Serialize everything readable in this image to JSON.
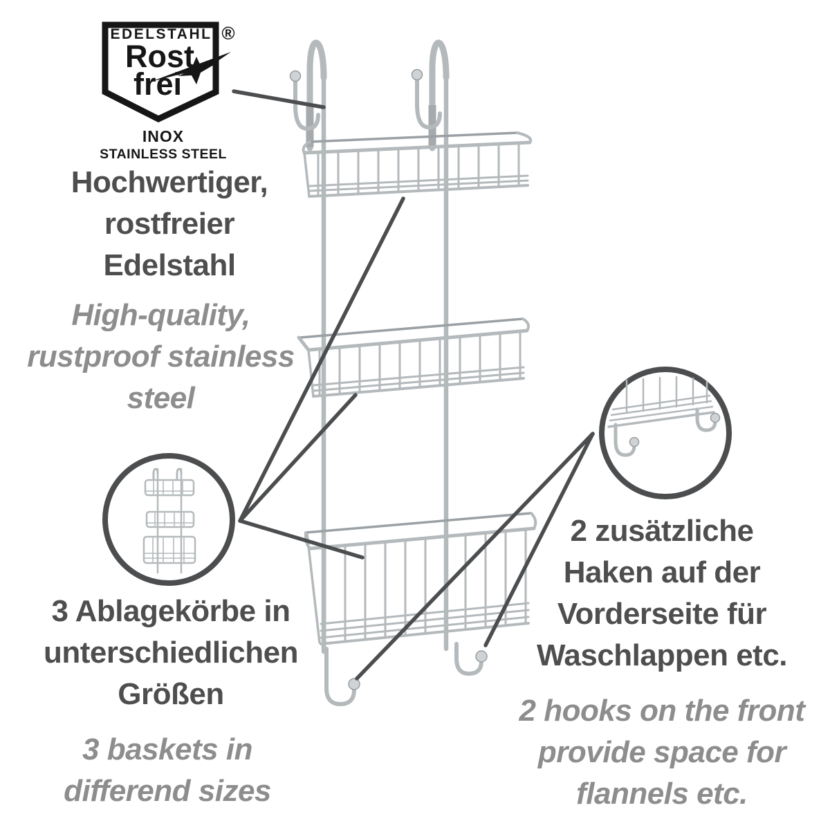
{
  "logo": {
    "edelstahl": "EDELSTAHL",
    "rost": "Rost",
    "frei": "frei",
    "registered": "®",
    "inox": "INOX",
    "stainless": "STAINLESS STEEL"
  },
  "callouts": {
    "steel_de": "Hochwertiger,\nrostfreier\nEdelstahl",
    "steel_en": "High-quality,\nrustproof stainless\nsteel",
    "baskets_de": "3 Ablagekörbe in\nunterschiedlichen\nGrößen",
    "baskets_en": "3 baskets in\ndifferend sizes",
    "hooks_de": "2 zusätzliche\nHaken auf der\nVorderseite für\nWaschlappen etc.",
    "hooks_en": "2 hooks on the front\nprovide space for\nflannels etc."
  },
  "colors": {
    "text_primary": "#4e4e4e",
    "text_secondary": "#8d8d8d",
    "annotation": "#4b4d4f",
    "wire": "#b4b9bc",
    "logo_black": "#161616"
  }
}
